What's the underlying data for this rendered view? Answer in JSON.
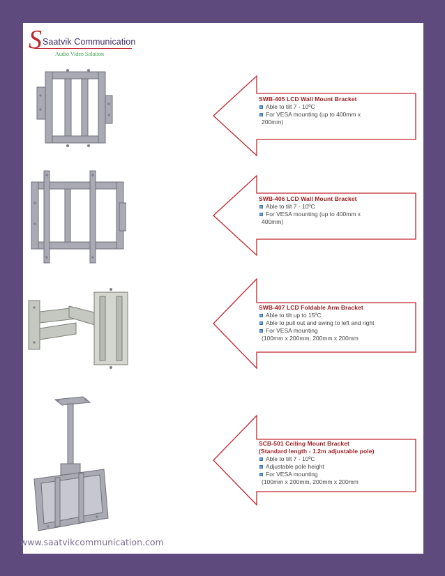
{
  "header": {
    "logo_initial": "S",
    "company_name": "Saatvik Communication",
    "tagline": "Audio Video Solution"
  },
  "colors": {
    "frame": "#5e4a7d",
    "arrow_border": "#c0272d",
    "title_text": "#9b1b1e",
    "product_metal": "#a9aab4",
    "tagline": "#3aa14a"
  },
  "products": [
    {
      "title": "SWB-405 LCD Wall Mount Bracket",
      "lines": [
        {
          "text": "Able to tilt 7 - 10ºC",
          "bullet": true
        },
        {
          "text": "For VESA mounting (up to 400mm x",
          "bullet": true
        },
        {
          "text": "200mm)",
          "bullet": false
        }
      ]
    },
    {
      "title": "SWB-406 LCD Wall Mount Bracket",
      "lines": [
        {
          "text": "Able to tilt 7 - 10ºC",
          "bullet": true
        },
        {
          "text": "For VESA mounting (up to 400mm x",
          "bullet": true
        },
        {
          "text": "400mm)",
          "bullet": false
        }
      ]
    },
    {
      "title": "SWB-407 LCD Foldable Arm Bracket",
      "lines": [
        {
          "text": "Able to tilt up to 15ºC",
          "bullet": true
        },
        {
          "text": "Able to pull out and swing to left and right",
          "bullet": true
        },
        {
          "text": "For VESA mounting",
          "bullet": true
        },
        {
          "text": "(100mm x 200mm, 200mm x 200mm",
          "bullet": false
        }
      ]
    },
    {
      "title": "SCB-501 Ceiling Mount Bracket",
      "subtitle": "(Standard length - 1.2m adjustable pole)",
      "lines": [
        {
          "text": "Able to tilt 7 - 10ºC",
          "bullet": true
        },
        {
          "text": "Adjustable pole height",
          "bullet": true
        },
        {
          "text": "For VESA mounting",
          "bullet": true
        },
        {
          "text": "(100mm x 200mm, 200mm x 200mm",
          "bullet": false
        }
      ]
    }
  ],
  "footer": {
    "website": "www.saatvikcommunication.com"
  }
}
